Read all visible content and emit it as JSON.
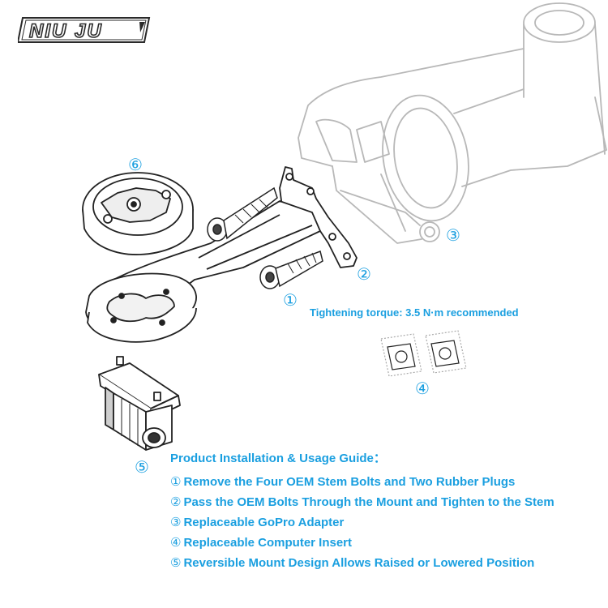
{
  "logo": {
    "text": "NIU JU"
  },
  "callouts": {
    "c1": "①",
    "c2": "②",
    "c3": "③",
    "c4": "④",
    "c5": "⑤",
    "c6": "⑥"
  },
  "torque_note": "Tightening torque: 3.5 N·m recommended",
  "guide": {
    "title": "Product Installation & Usage Guide：",
    "items": [
      {
        "num": "①",
        "text": "Remove the Four OEM Stem Bolts and Two Rubber Plugs"
      },
      {
        "num": "②",
        "text": "Pass the OEM Bolts Through the Mount and Tighten to the Stem"
      },
      {
        "num": "③",
        "text": "Replaceable GoPro Adapter"
      },
      {
        "num": "④",
        "text": "Replaceable Computer Insert"
      },
      {
        "num": "⑤",
        "text": "Reversible Mount Design Allows Raised or Lowered Position"
      }
    ]
  },
  "colors": {
    "accent": "#1a9fe0",
    "line": "#222222",
    "stem": "#b8b8b8"
  }
}
